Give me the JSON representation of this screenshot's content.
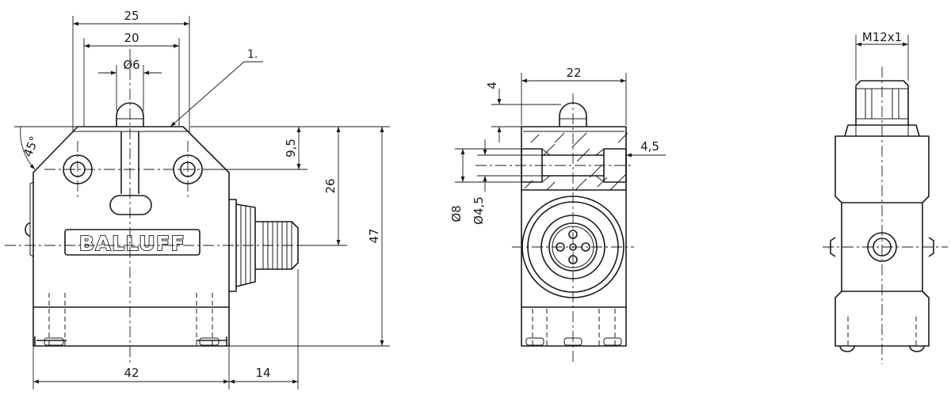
{
  "logo": "BALLUFF",
  "callout": "1.",
  "dimensions": {
    "width_25": "25",
    "width_20": "20",
    "plunger_dia": "Ø6",
    "angle": "45°",
    "height_9_5": "9,5",
    "height_26": "26",
    "height_47": "47",
    "width_42": "42",
    "connector_14": "14",
    "side_width": "22",
    "side_top_4": "4",
    "side_hole_4_5": "4,5",
    "side_dia_8": "Ø8",
    "side_dia_4_5": "Ø4,5",
    "thread": "M12x1"
  }
}
